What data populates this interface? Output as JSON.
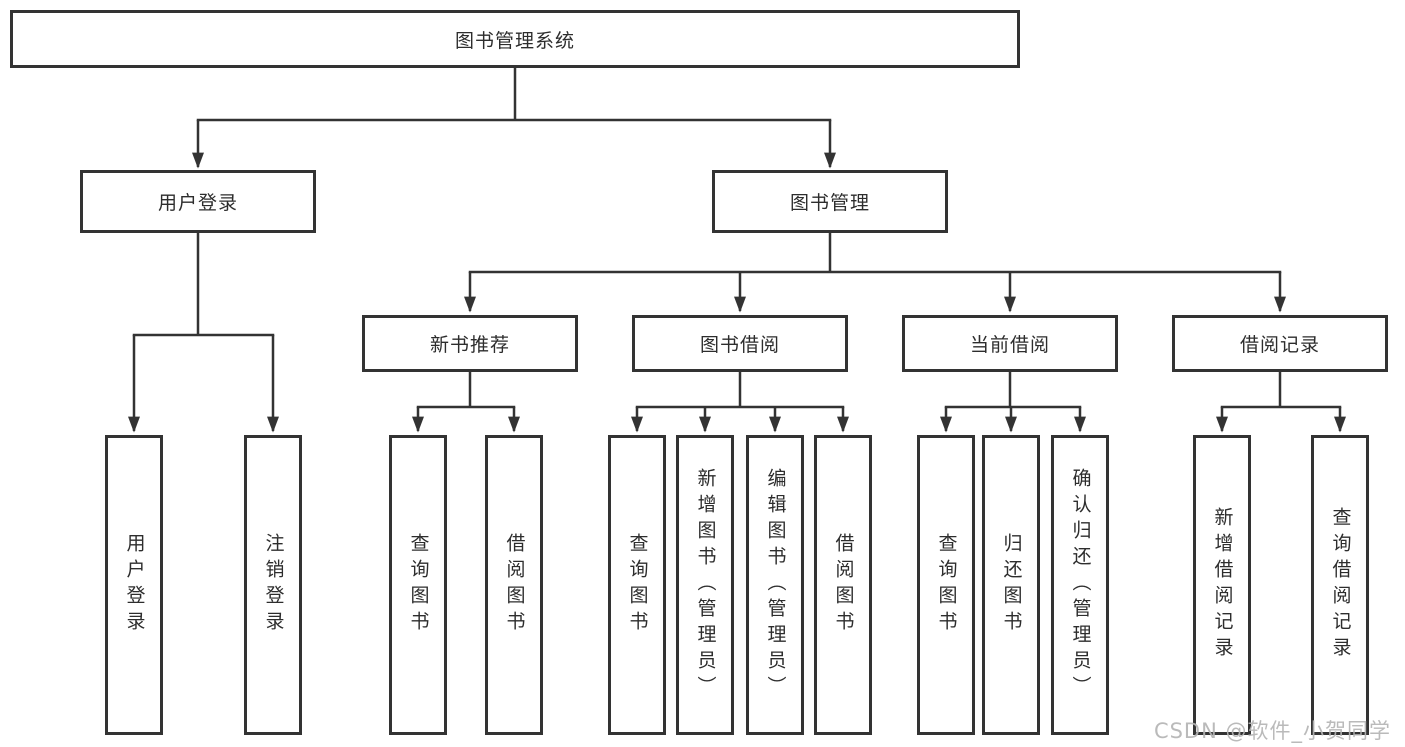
{
  "colors": {
    "line": "#333333",
    "box_border": "#333333",
    "text": "#2d2d2d",
    "background": "#ffffff",
    "watermark": "#b5b5b5"
  },
  "watermark": {
    "text": "CSDN @软件_小贺同学"
  },
  "tree": {
    "root": {
      "label": "图书管理系统"
    },
    "branches": [
      {
        "label": "用户登录",
        "children": [
          {
            "label": "用户登录"
          },
          {
            "label": "注销登录"
          }
        ]
      },
      {
        "label": "图书管理",
        "children": [
          {
            "label": "新书推荐",
            "children": [
              {
                "label": "查询图书"
              },
              {
                "label": "借阅图书"
              }
            ]
          },
          {
            "label": "图书借阅",
            "children": [
              {
                "label": "查询图书"
              },
              {
                "label": "新增图书（管理员）"
              },
              {
                "label": "编辑图书（管理员）"
              },
              {
                "label": "借阅图书"
              }
            ]
          },
          {
            "label": "当前借阅",
            "children": [
              {
                "label": "查询图书"
              },
              {
                "label": "归还图书"
              },
              {
                "label": "确认归还（管理员）"
              }
            ]
          },
          {
            "label": "借阅记录",
            "children": [
              {
                "label": "新增借阅记录"
              },
              {
                "label": "查询借阅记录"
              }
            ]
          }
        ]
      }
    ]
  }
}
